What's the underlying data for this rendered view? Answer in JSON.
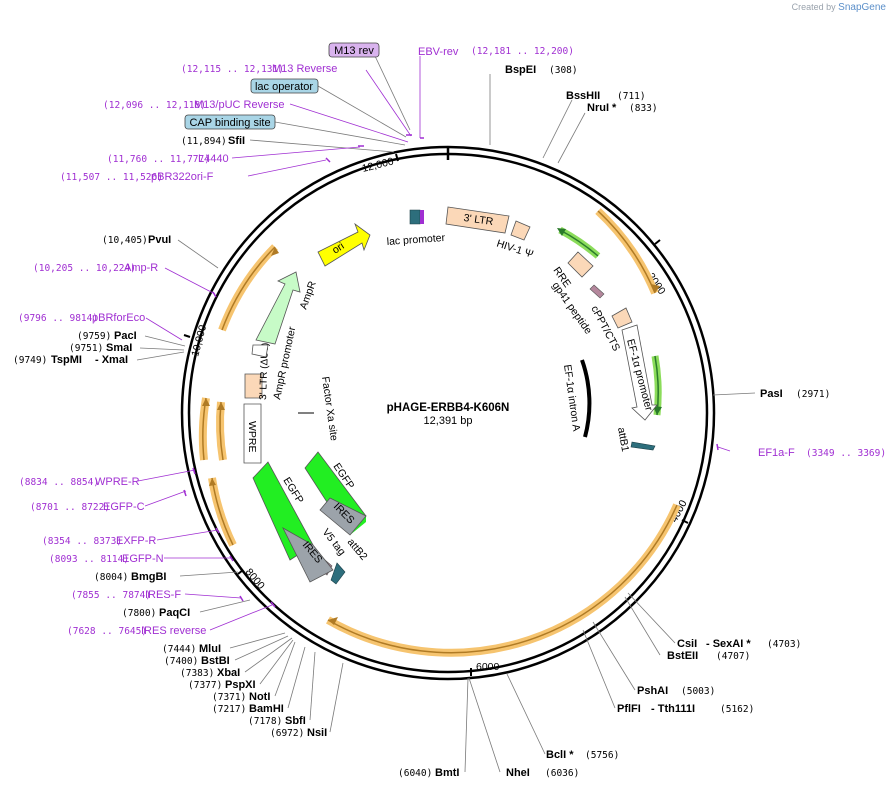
{
  "credit": {
    "prefix": "Created by",
    "brand": "SnapGene"
  },
  "plasmid": {
    "name": "pHAGE-ERBB4-K606N",
    "size_label": "12,391 bp"
  },
  "ticks": [
    "2000",
    "4000",
    "6000",
    "8000",
    "10,000",
    "12,000"
  ],
  "features_on_map": {
    "ltr3": "3' LTR",
    "hiv_psi": "HIV-1 Ψ",
    "rre": "RRE",
    "gp41": "gp41 peptide",
    "cppt": "cPPT/CTS",
    "ef1a_promoter": "EF-1α promoter",
    "ef1a_intron": "EF-1α intron A",
    "attb1": "attB1",
    "attb2": "attB2",
    "v5": "V5 tag",
    "ires_inner": "IRES",
    "egfp_inner": "EGFP",
    "factor_xa": "Factor Xa site",
    "ires_outer": "IRES",
    "egfp_outer": "EGFP",
    "ltr_du3": "3' LTR (ΔU3)",
    "wpre": "WPRE",
    "ampr_promoter": "AmpR promoter",
    "ampr": "AmpR",
    "ori": "ori",
    "lac_promoter": "lac promoter"
  },
  "labels": {
    "m13rev_box": "M13 rev",
    "ebv_rev": "EBV-rev",
    "ebv_rev_coord": "(12,181 .. 12,200)",
    "bspei": "BspEI",
    "bspei_c": "(308)",
    "m13_reverse_c": "(12,115 .. 12,131)",
    "m13_reverse": "M13 Reverse",
    "lac_operator": "lac operator",
    "bsshii": "BssHII",
    "bsshii_c": "(711)",
    "nrui": "NruI *",
    "nrui_c": "(833)",
    "m13puc_c": "(12,096 .. 12,118)",
    "m13puc": "M13/pUC Reverse",
    "cap_site": "CAP binding site",
    "sfii_c": "(11,894)",
    "sfii": "SfiI",
    "l4440_c": "(11,760 .. 11,777)",
    "l4440": "L4440",
    "pbr322_c": "(11,507 .. 11,526)",
    "pbr322": "pBR322ori-F",
    "pvui_c": "(10,405)",
    "pvui": "PvuI",
    "ampr_primer_c": "(10,205 .. 10,224)",
    "ampr_primer": "Amp-R",
    "pbrforeco_c": "(9796 .. 9814)",
    "pbrforeco": "pBRforEco",
    "paci_c": "(9759)",
    "paci": "PacI",
    "smai_c": "(9751)",
    "smai": "SmaI",
    "tspmi_c": "(9749)",
    "tspmi": "TspMI",
    "xmai": "- XmaI",
    "pasi": "PasI",
    "pasi_c": "(2971)",
    "ef1af": "EF1a-F",
    "ef1af_c": "(3349 .. 3369)",
    "wprer_c": "(8834 .. 8854)",
    "wprer": "WPRE-R",
    "egfpc_c": "(8701 .. 8722)",
    "egfpc": "EGFP-C",
    "exfpr_c": "(8354 .. 8373)",
    "exfpr": "EXFP-R",
    "egfpn_c": "(8093 .. 8114)",
    "egfpn": "EGFP-N",
    "bmgbi_c": "(8004)",
    "bmgbi": "BmgBI",
    "iresf_c": "(7855 .. 7874)",
    "iresf": "IRES-F",
    "paqci_c": "(7800)",
    "paqci": "PaqCI",
    "iresrev_c": "(7628 .. 7645)",
    "iresrev": "IRES reverse",
    "mlui_c": "(7444)",
    "mlui": "MluI",
    "bstbi_c": "(7400)",
    "bstbi": "BstBI",
    "xbai_c": "(7383)",
    "xbai": "XbaI",
    "pspxi_c": "(7377)",
    "pspxi": "PspXI",
    "noti_c": "(7371)",
    "noti": "NotI",
    "bamhi_c": "(7217)",
    "bamhi": "BamHI",
    "sbfi_c": "(7178)",
    "sbfi": "SbfI",
    "nsii_c": "(6972)",
    "nsii": "NsiI",
    "csii": "CsiI",
    "sexai": "- SexAI *",
    "csii_c": "(4703)",
    "bsteii": "BstEII",
    "bsteii_c": "(4707)",
    "pshai": "PshAI",
    "pshai_c": "(5003)",
    "pflfi": "PflFI",
    "tth111i": "- Tth111I",
    "pflfi_c": "(5162)",
    "bcli": "BclI *",
    "bcli_c": "(5756)",
    "bmti_c": "(6040)",
    "bmti": "BmtI",
    "nhei": "NheI",
    "nhei_c": "(6036)"
  },
  "colors": {
    "primer": "#a02fd2",
    "orange_highlight": "#f6c46f",
    "green_highlight": "#8bdc5a",
    "egfp": "#22ee22",
    "ori": "#ffff00",
    "ampr": "#c7fbc7",
    "ltr": "#fbd8b8",
    "ires": "#9ca3aa",
    "teal": "#2d6e7c"
  }
}
